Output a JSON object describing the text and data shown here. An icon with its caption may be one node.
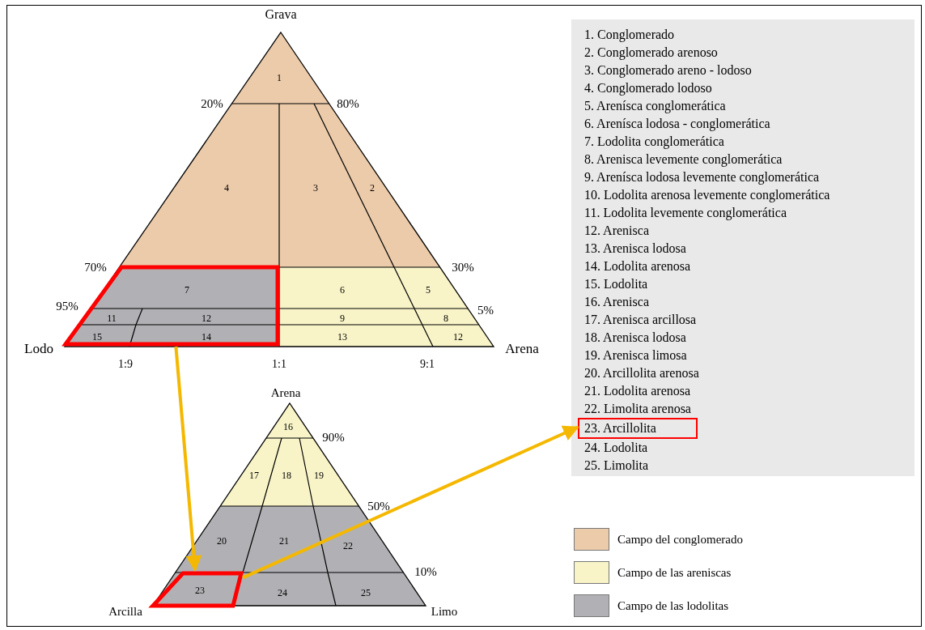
{
  "diagram": {
    "nodes": [
      {
        "text": [],
        "shape": "box"
      },
      {
        "text": [
          "23"
        ]
      },
      {
        "text": [
          "23. Arcillolita"
        ]
      }
    ],
    "edges": [
      {
        "from": 0,
        "to": 1,
        "arrow": "to"
      },
      {
        "from": 1,
        "to": 2,
        "arrow": "to"
      }
    ],
    "labels": [
      "Grava",
      "1",
      "20%",
      "80%",
      "4",
      "3",
      "2",
      "70%",
      "30%",
      "7",
      "6",
      "5",
      "95%",
      "5%",
      "11",
      "12",
      "9",
      "8",
      "Lodo",
      "15",
      "14",
      "13",
      "12",
      "Arena",
      "1:9",
      "1:1",
      "9:1",
      "Arena",
      "16",
      "90%",
      "17",
      "18",
      "19",
      "50%",
      "20",
      "21",
      "22",
      "10%",
      "24",
      "25",
      "Arcilla",
      "Limo",
      "1. Conglomerado",
      "2. Conglomerado arenoso",
      "3. Conglomerado areno - lodoso",
      "4. Conglomerado lodoso",
      "5. Arenísca conglomerática",
      "6. Arenísca lodosa - conglomerática",
      "7. Lodolita conglomerática",
      "8. Arenisca levemente conglomerática",
      "9. Arenísca lodosa levemente conglomerática",
      "10. Lodolita arenosa levemente conglomerática",
      "11. Lodolita levemente conglomerática",
      "12. Arenisca",
      "13. Arenisca lodosa",
      "14. Lodolita arenosa",
      "15. Lodolita",
      "16. Arenisca",
      "17. Arenisca arcillosa",
      "18. Arenisca lodosa",
      "19. Arenisca limosa",
      "20. Arcillolita arenosa",
      "21. Lodolita arenosa",
      "22. Limolita arenosa",
      "24. Lodolita",
      "25. Limolita"
    ],
    "legend": [
      {
        "text": "Campo del conglomerado",
        "color": "#ebcbaa"
      },
      {
        "text": "Campo de las areniscas",
        "color": "#f8f4c8"
      },
      {
        "text": "Campo de las lodolitas",
        "color": "#b1b1b5"
      }
    ]
  }
}
